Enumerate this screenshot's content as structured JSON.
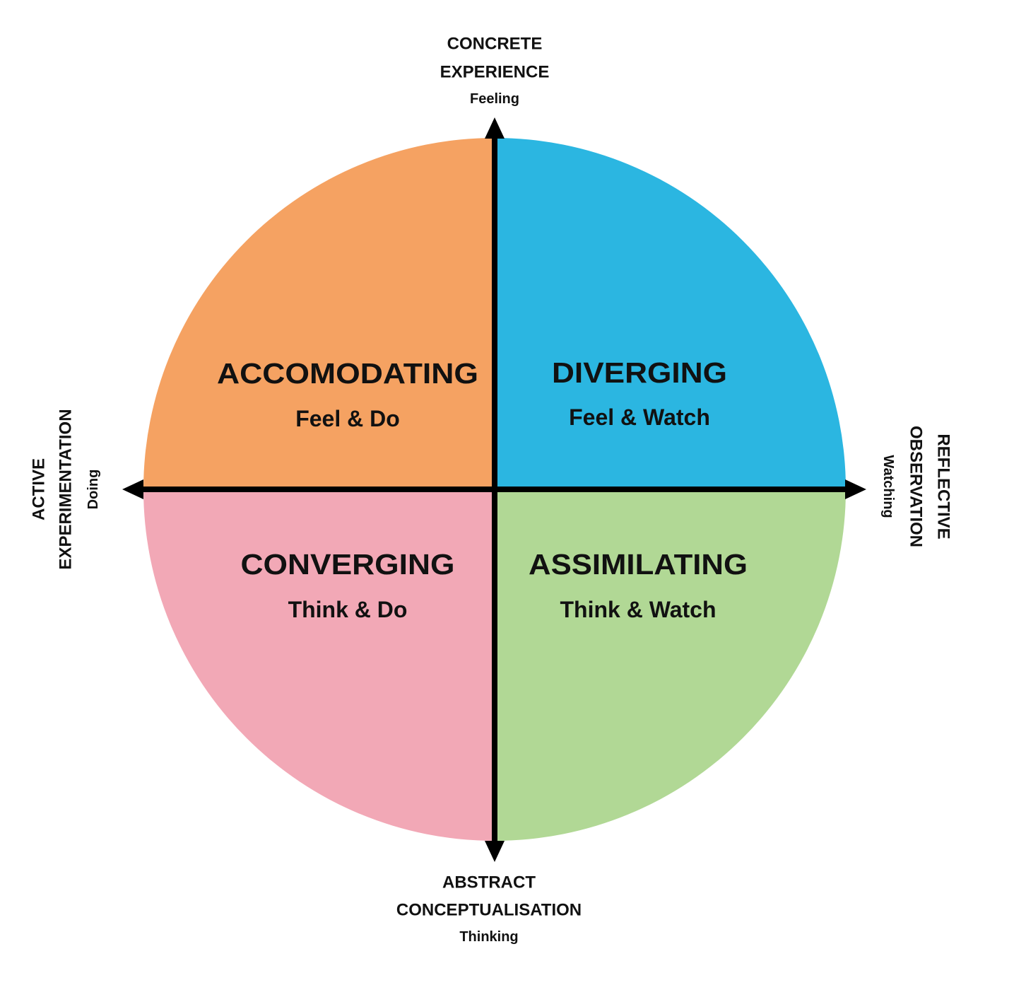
{
  "axes": {
    "top": {
      "lines": [
        "CONCRETE",
        "EXPERIENCE"
      ],
      "sub": "Feeling"
    },
    "bottom": {
      "lines": [
        "ABSTRACT",
        "CONCEPTUALISATION"
      ],
      "sub": "Thinking"
    },
    "left": {
      "lines": [
        "ACTIVE",
        "EXPERIMENTATION"
      ],
      "sub": "Doing"
    },
    "right": {
      "lines": [
        "REFLECTIVE",
        "OBSERVATION"
      ],
      "sub": "Watching"
    }
  },
  "quadrants": {
    "top_left": {
      "title": "ACCOMODATING",
      "sub": "Feel & Do",
      "color": "#F5A262"
    },
    "top_right": {
      "title": "DIVERGING",
      "sub": "Feel & Watch",
      "color": "#2BB6E1"
    },
    "bottom_left": {
      "title": "CONVERGING",
      "sub": "Think & Do",
      "color": "#F2A8B6"
    },
    "bottom_right": {
      "title": "ASSIMILATING",
      "sub": "Think & Watch",
      "color": "#B1D895"
    }
  }
}
